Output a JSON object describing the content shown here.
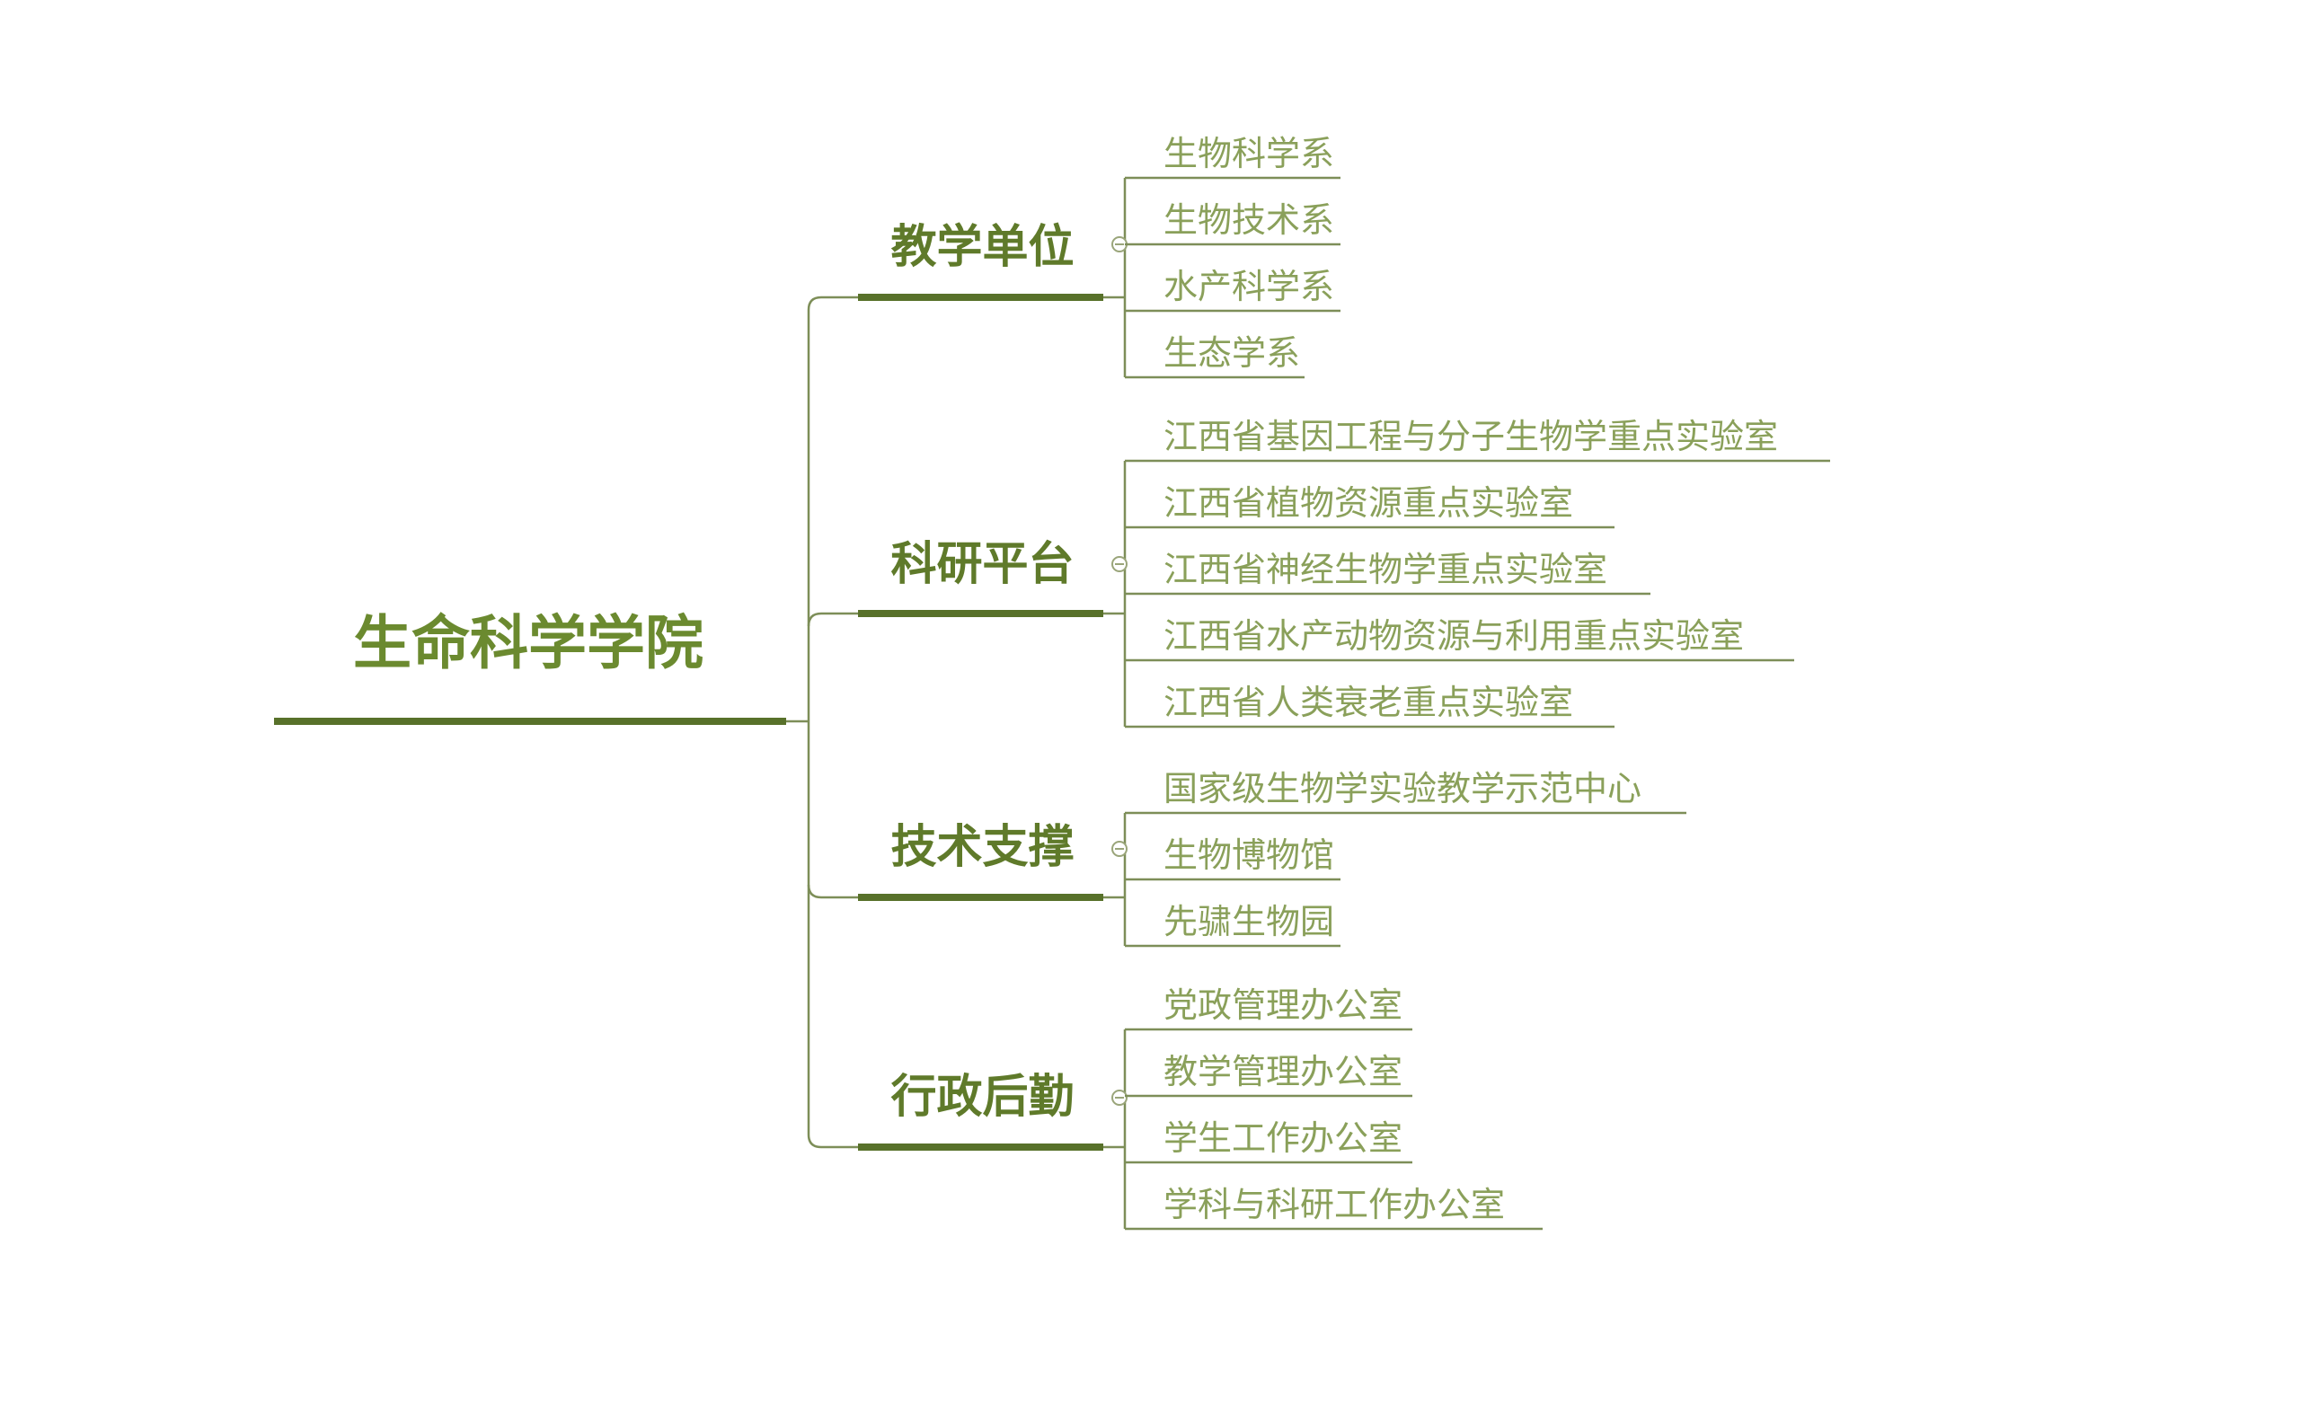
{
  "colors": {
    "root": "#6b8a2f",
    "branch": "#5f7a2a",
    "underline": "#58712a",
    "leaf_text": "#8aa05a",
    "connector": "#7d8e58",
    "collapse_icon": "#9aa57a"
  },
  "root": {
    "label": "生命科学学院"
  },
  "branches": [
    {
      "label": "教学单位",
      "collapse_icon": "collapse-minus-icon",
      "children": [
        "生物科学系",
        "生物技术系",
        "水产科学系",
        "生态学系"
      ]
    },
    {
      "label": "科研平台",
      "collapse_icon": "collapse-minus-icon",
      "children": [
        "江西省基因工程与分子生物学重点实验室",
        "江西省植物资源重点实验室",
        "江西省神经生物学重点实验室",
        "江西省水产动物资源与利用重点实验室",
        "江西省人类衰老重点实验室"
      ]
    },
    {
      "label": "技术支撑",
      "collapse_icon": "collapse-minus-icon",
      "children": [
        "国家级生物学实验教学示范中心",
        "生物博物馆",
        "先骕生物园"
      ]
    },
    {
      "label": "行政后勤",
      "collapse_icon": "collapse-minus-icon",
      "children": [
        "党政管理办公室",
        "教学管理办公室",
        "学生工作办公室",
        "学科与科研工作办公室"
      ]
    }
  ]
}
